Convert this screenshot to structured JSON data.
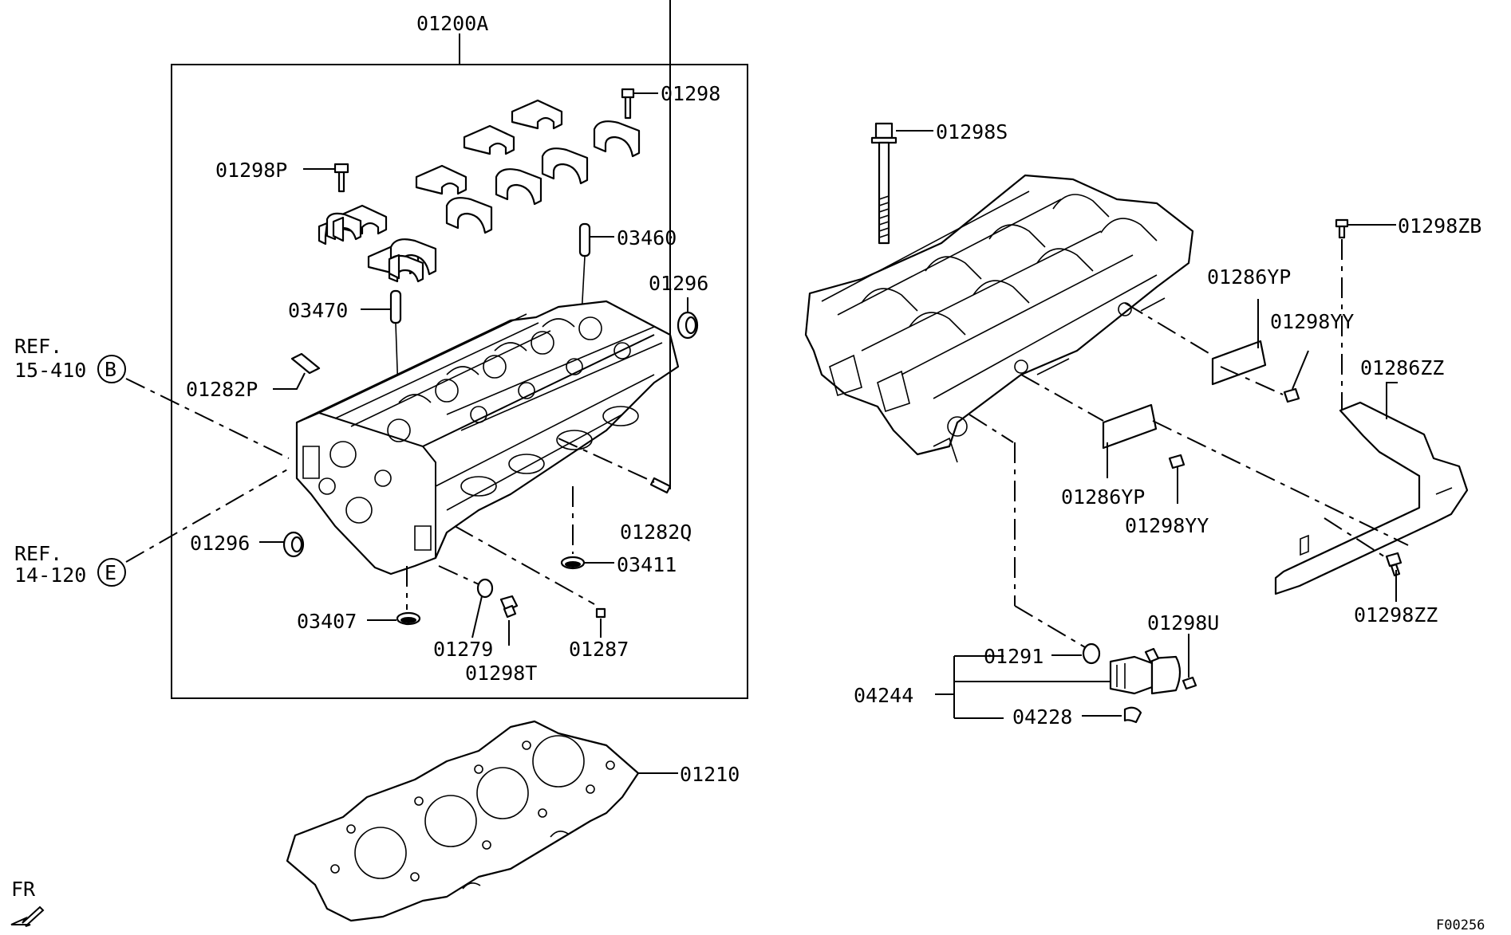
{
  "labels": {
    "main_assembly": "01200A",
    "bolt_top": "01298",
    "bolt_p": "01298P",
    "pin_03460": "03460",
    "seal_top": "01296",
    "pin_03470": "03470",
    "stud_p": "01282P",
    "seal_left": "01296",
    "stud_q": "01282Q",
    "plug_03411": "03411",
    "plug_03407": "03407",
    "oring_01279": "01279",
    "bolt_t": "01298T",
    "plug_01287": "01287",
    "gasket": "01210",
    "head_bolt": "01298S",
    "bolt_zb": "01298ZB",
    "bracket_yp_top": "01286YP",
    "bolt_yy_top": "01298YY",
    "bracket_zz": "01286ZZ",
    "bracket_yp_bottom": "01286YP",
    "bolt_yy_bottom": "01298YY",
    "bolt_zz": "01298ZZ",
    "bolt_u": "01298U",
    "oring_01291": "01291",
    "ocv_assembly": "04244",
    "clip_04228": "04228",
    "figure_code": "F00256",
    "front_indicator": "FR"
  },
  "references": [
    {
      "text_line1": "REF.",
      "text_line2": "15-410",
      "circle": "B"
    },
    {
      "text_line1": "REF.",
      "text_line2": "14-120",
      "circle": "E"
    }
  ]
}
